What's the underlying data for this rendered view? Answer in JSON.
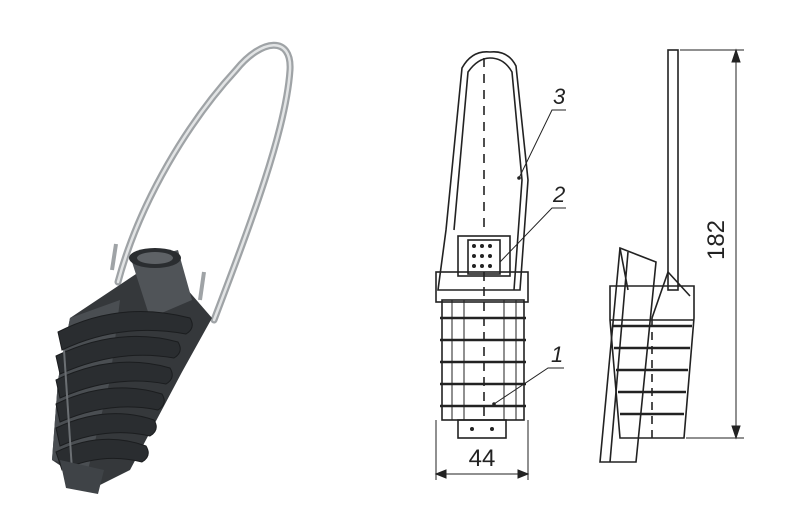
{
  "callouts": {
    "part_1": "1",
    "part_2": "2",
    "part_3": "3"
  },
  "dimensions": {
    "width": "44",
    "height": "182"
  },
  "colors": {
    "body": "#3a3d40",
    "body_dark": "#24272a",
    "body_light": "#6b6f73",
    "wire": "#b9bcbe",
    "line": "#222222"
  }
}
